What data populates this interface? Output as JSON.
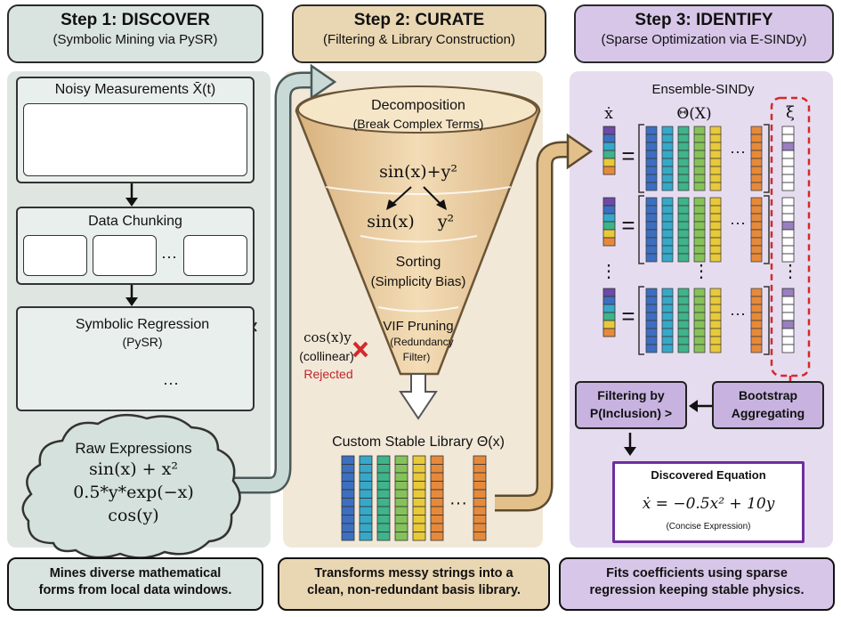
{
  "step1": {
    "title": "Step 1: DISCOVER",
    "subtitle": "(Symbolic Mining via PySR)",
    "noisy_label": "Noisy Measurements X̄(t)",
    "chunking_label": "Data Chunking",
    "chunk_ellipsis": "···",
    "symreg_label": "Symbolic Regression",
    "symreg_sub": "(PySR)",
    "tree_ellipsis": "···",
    "raw_title": "Raw Expressions",
    "raw_expressions": [
      "sin(x) + x²",
      "0.5*y*exp(−x)",
      "cos(y)"
    ],
    "footer": [
      "Mines diverse mathematical",
      "forms from local data windows."
    ],
    "colors": {
      "bg": "#dfe6e2",
      "header": "#d9e3df",
      "signal": "#2b6fb0"
    }
  },
  "step2": {
    "title": "Step 2: CURATE",
    "subtitle": "(Filtering & Library Construction)",
    "decomp_title": "Decomposition",
    "decomp_sub": "(Break Complex Terms)",
    "expr_top": "sin(x)+y²",
    "expr_left": "sin(x)",
    "expr_right": "y²",
    "sorting_title": "Sorting",
    "sorting_sub": "(Simplicity Bias)",
    "vif_title": "VIF Pruning",
    "vif_sub1": "(Redundancy",
    "vif_sub2": "Filter)",
    "rejected_expr": "cos(x)y",
    "rejected_note": "(collinear)",
    "rejected_label": "Rejected",
    "library_label": "Custom Stable Library Θ(x)",
    "library_ellipsis": "···",
    "footer": [
      "Transforms messy strings into a",
      "clean, non-redundant basis library."
    ],
    "colors": {
      "bg": "#f2e8d8",
      "header": "#e9d6b2",
      "funnel": "#e7c79a"
    }
  },
  "step3": {
    "title": "Step 3: IDENTIFY",
    "subtitle": "(Sparse Optimization via E-SINDy)",
    "ensemble_label": "Ensemble-SINDy",
    "xdot_label": "ẋ",
    "theta_label": "Θ(X)",
    "xi_label": "ξ",
    "equals": "=",
    "row_ellipsis": "···",
    "vdots": "⋮",
    "bootstrap_lines": [
      "Bootstrap",
      "Aggregating"
    ],
    "filtering_lines": [
      "Filtering by",
      "P(Inclusion) >"
    ],
    "equation_title": "Discovered Equation",
    "equation": "ẋ = −0.5x² + 10y",
    "equation_note": "(Concise Expression)",
    "footer": [
      "Fits coefficients using sparse",
      "regression keeping stable physics."
    ],
    "colors": {
      "bg": "#e6dcef",
      "header": "#d7c6e8",
      "box": "#c8b3e0",
      "frame": "#6d2f9e",
      "highlight": "#9a7fc0"
    }
  },
  "library_palette": [
    "#3d6fc0",
    "#38a8c8",
    "#3fb38a",
    "#86c25a",
    "#e8c93a",
    "#e58a3c"
  ],
  "xdot_palette": [
    "#6c4aa8",
    "#3d6fc0",
    "#38a8c8",
    "#3fb38a",
    "#e8c93a",
    "#e58a3c"
  ]
}
